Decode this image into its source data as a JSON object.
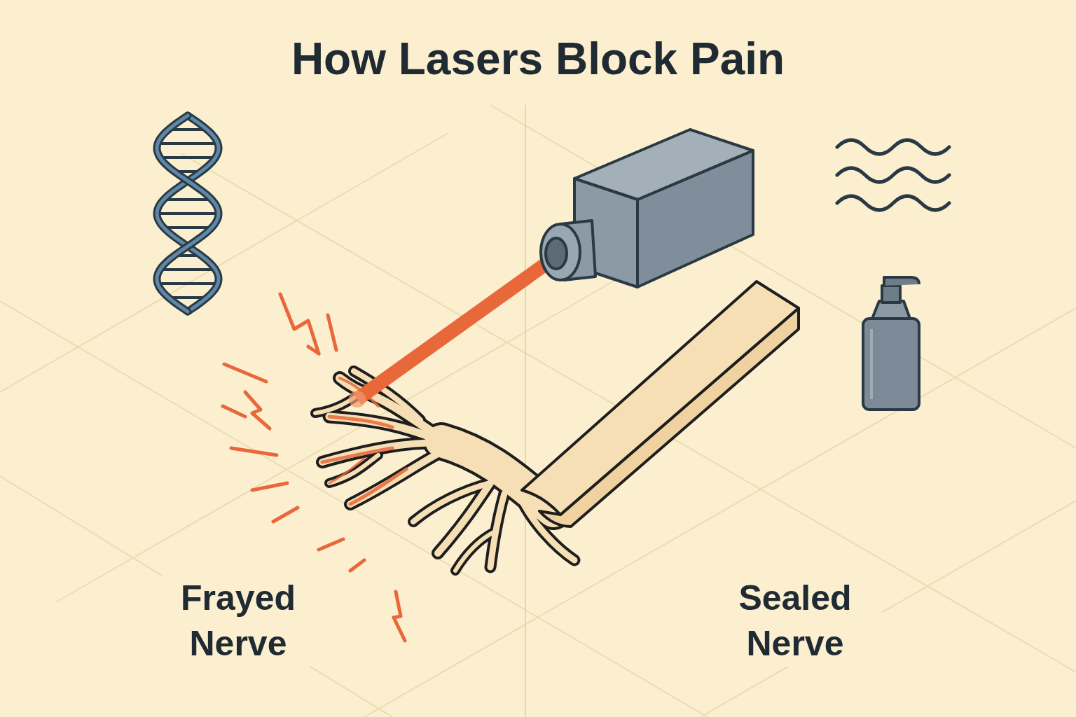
{
  "diagram": {
    "title": "How Lasers Block Pain",
    "labels": [
      "Frayed Nerve",
      "Sealed Nerve"
    ]
  }
}
